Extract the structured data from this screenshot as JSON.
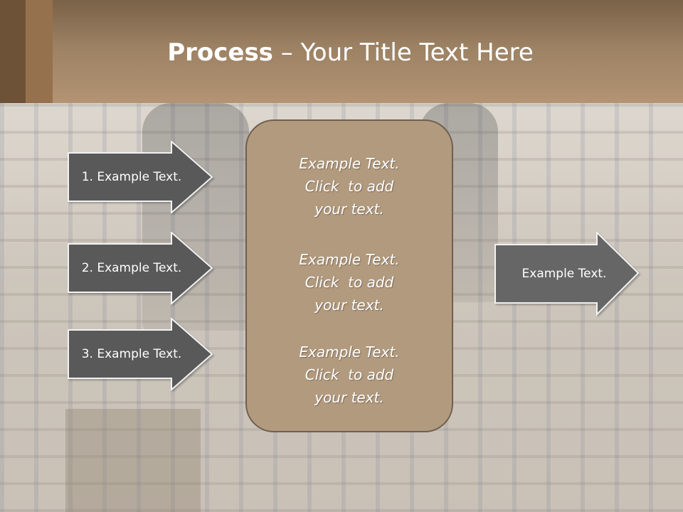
{
  "slide": {
    "title_bold": "Process",
    "title_rest": " – Your Title Text Here"
  },
  "arrows_left": [
    {
      "label": "1. Example Text."
    },
    {
      "label": "2. Example Text."
    },
    {
      "label": "3. Example Text."
    }
  ],
  "arrow_right": {
    "label": "Example Text."
  },
  "center_box": {
    "blocks": [
      {
        "line1": "Example Text.",
        "line2": "Click  to add",
        "line3": "your text."
      },
      {
        "line1": "Example Text.",
        "line2": "Click  to add",
        "line3": "your text."
      },
      {
        "line1": "Example Text.",
        "line2": "Click  to add",
        "line3": "your text."
      }
    ]
  },
  "colors": {
    "header": "#9c8163",
    "arrow_dark": "#595959",
    "arrow_light": "#666666",
    "center_box": "#b19a7e"
  }
}
